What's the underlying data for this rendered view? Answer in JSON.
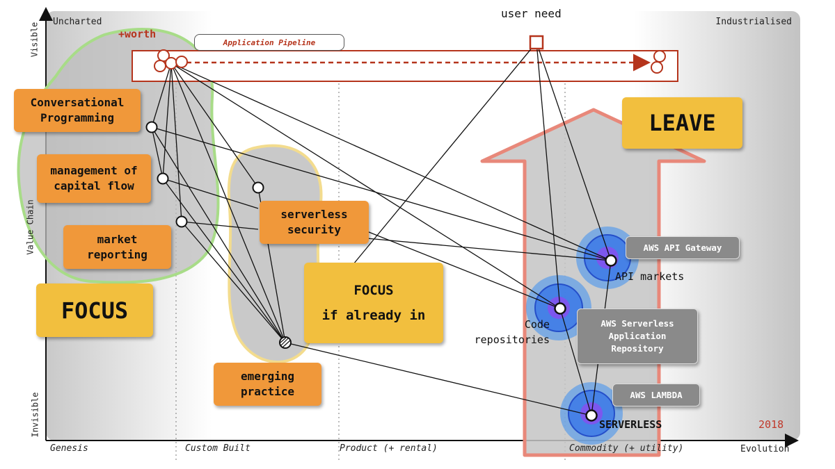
{
  "axes": {
    "y_top": "Visible",
    "y_mid": "Value Chain",
    "y_bottom": "Invisible",
    "x_end": "Evolution",
    "corner_left": "Uncharted",
    "corner_right": "Industrialised"
  },
  "stages": [
    "Genesis",
    "Custom Built",
    "Product (+ rental)",
    "Commodity (+ utility)"
  ],
  "anchor": "user need",
  "pipeline": {
    "label": "Application Pipeline",
    "worth": "+worth"
  },
  "focus_notes": {
    "left": "FOCUS",
    "middle": "FOCUS\nif already in",
    "leave": "LEAVE"
  },
  "orange_labels": {
    "conversational": "Conversational\nProgramming",
    "capital": "management of\ncapital flow",
    "market": "market\nreporting",
    "security": "serverless\nsecurity",
    "practice": "emerging\npractice"
  },
  "aws_labels": {
    "gateway": "AWS API Gateway",
    "repo": "AWS Serverless\nApplication\nRepository",
    "lambda": "AWS LAMBDA"
  },
  "components": {
    "api_markets": "API markets",
    "code_repos": "Code\nrepositories",
    "serverless": "SERVERLESS"
  },
  "year": "2018",
  "colors": {
    "line": "#111111",
    "pipeline_red": "#b5341c",
    "focus_green": "#a8dc88",
    "blob_yellow": "#f3dc8e",
    "arrow_red": "#e8887a",
    "halo_blue": "#3d8ff2"
  }
}
